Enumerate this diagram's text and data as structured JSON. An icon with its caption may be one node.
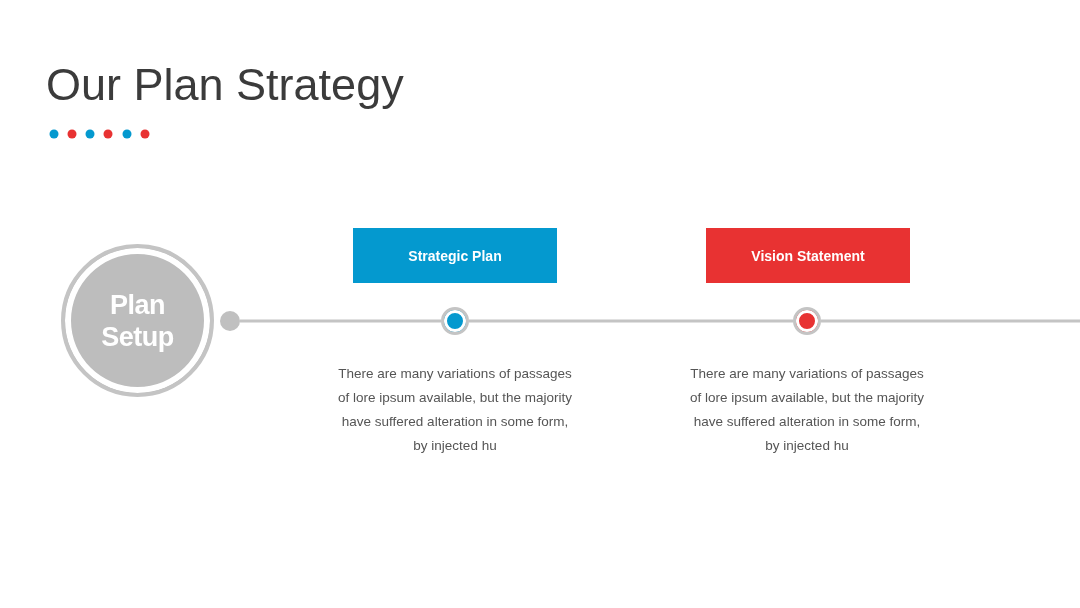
{
  "diagram": {
    "title": "Our Plan Strategy",
    "nodes": [
      {
        "text": [
          "Plan Setup"
        ]
      },
      {
        "text": [],
        "shape": "circle"
      },
      {
        "text": [
          "Strategic Plan"
        ]
      },
      {
        "text": [],
        "shape": "circle",
        "beside": [
          "There are many variations of passages of lore ipsum available, but the majority have suffered alteration in some form, by injected hu"
        ]
      },
      {
        "text": [
          "Vision Statement"
        ]
      },
      {
        "text": [],
        "shape": "circle",
        "beside": [
          "There are many variations of passages of lore ipsum available, but the majority have suffered alteration in some form, by injected hu"
        ]
      }
    ],
    "edges": [
      {
        "from": 1,
        "to": 3,
        "arrow": "none"
      },
      {
        "from": 3,
        "to": 5,
        "arrow": "none"
      },
      {
        "from": 5,
        "to": null,
        "arrow": "none"
      }
    ]
  }
}
